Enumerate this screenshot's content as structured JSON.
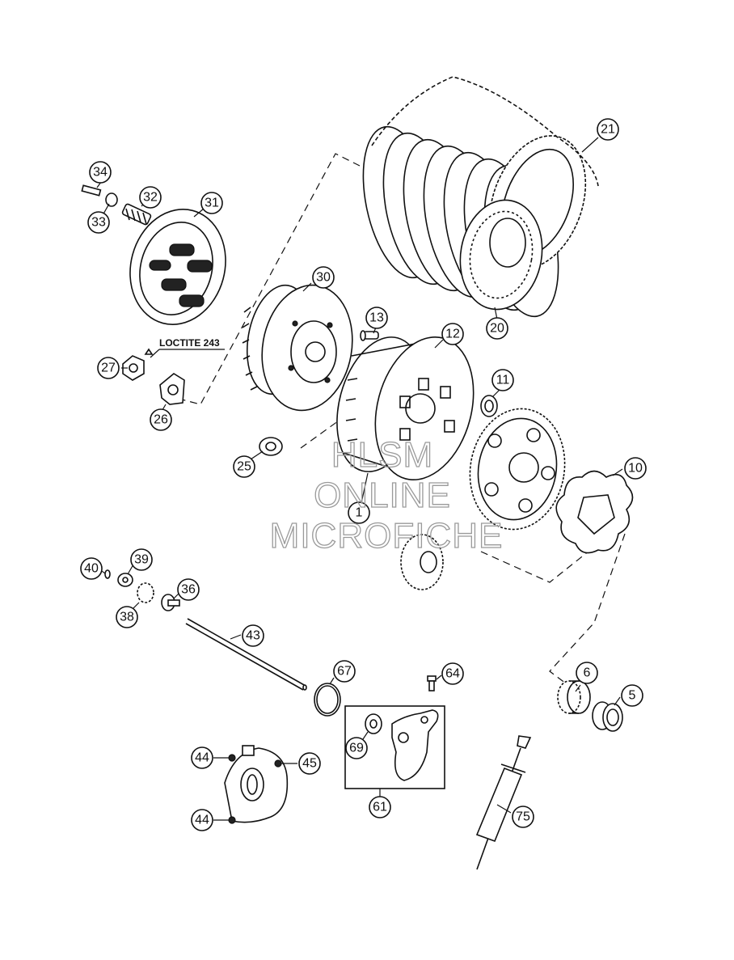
{
  "callouts": {
    "c1": "1",
    "c5": "5",
    "c6": "6",
    "c10": "10",
    "c11": "11",
    "c12": "12",
    "c13": "13",
    "c20": "20",
    "c21": "21",
    "c25": "25",
    "c26": "26",
    "c27": "27",
    "c30": "30",
    "c31": "31",
    "c32": "32",
    "c33": "33",
    "c34": "34",
    "c36": "36",
    "c38": "38",
    "c39": "39",
    "c40": "40",
    "c43": "43",
    "c44a": "44",
    "c44b": "44",
    "c45": "45",
    "c61": "61",
    "c64": "64",
    "c67": "67",
    "c69": "69",
    "c75": "75"
  },
  "note": {
    "loctite": "LOCTITE 243"
  },
  "watermark": {
    "line1": "HLSM",
    "line2": "ONLINE",
    "line3": "MICROFICHE"
  },
  "colors": {
    "ink": "#111111",
    "watermark": "#9a9a9a",
    "background": "#ffffff"
  }
}
